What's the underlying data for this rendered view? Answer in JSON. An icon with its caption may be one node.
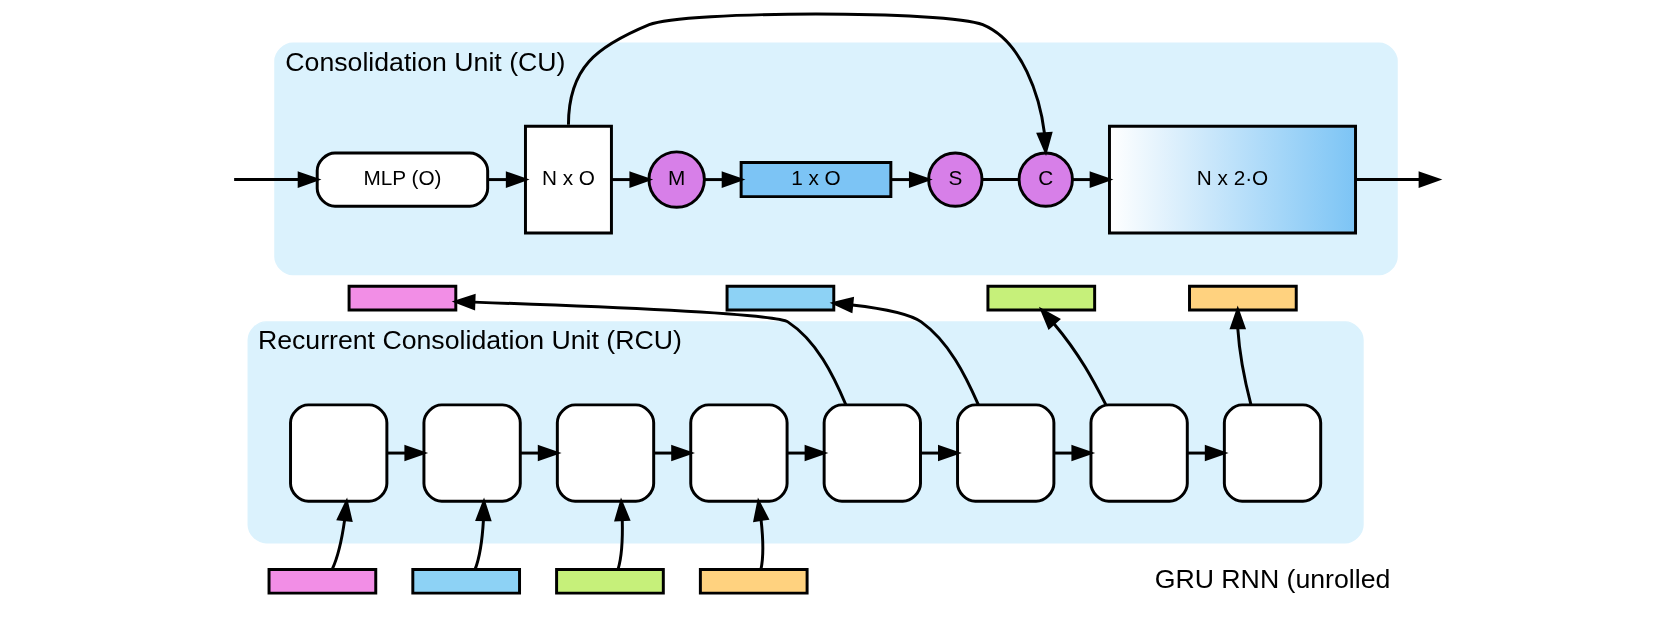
{
  "diagram": {
    "nodes": [
      {
        "text": [
          "Consolidation Unit (CU)"
        ]
      },
      {
        "text": [
          "MLP (O)"
        ],
        "in": 0
      },
      {
        "text": [
          "N x O"
        ],
        "in": 0
      },
      {
        "text": [
          "M"
        ],
        "in": 0
      },
      {
        "text": [
          "1 x O"
        ],
        "in": 0
      },
      {
        "text": [
          "S"
        ],
        "in": 0
      },
      {
        "text": [
          "C"
        ],
        "in": 0
      },
      {
        "text": [
          "N x 2·O"
        ],
        "in": 0
      },
      {
        "text": [
          "Recurrent Consolidation Unit (RCU)"
        ]
      },
      {
        "text": [],
        "shape": "box",
        "in": 8
      },
      {
        "text": [],
        "shape": "box",
        "in": 8
      },
      {
        "text": [],
        "shape": "box",
        "in": 8
      },
      {
        "text": [],
        "shape": "box",
        "in": 8
      },
      {
        "text": [],
        "shape": "box",
        "in": 8
      },
      {
        "text": [],
        "shape": "box",
        "in": 8
      },
      {
        "text": [],
        "shape": "box",
        "in": 8
      },
      {
        "text": [],
        "shape": "box",
        "in": 8
      },
      {
        "text": [],
        "shape": "bar"
      },
      {
        "text": [],
        "shape": "bar"
      },
      {
        "text": [],
        "shape": "bar"
      },
      {
        "text": [],
        "shape": "bar"
      },
      {
        "text": [],
        "shape": "bar"
      },
      {
        "text": [],
        "shape": "bar"
      },
      {
        "text": [],
        "shape": "bar"
      },
      {
        "text": [],
        "shape": "bar"
      }
    ],
    "edges": [
      {
        "from": null,
        "to": 1,
        "arrow": "to"
      },
      {
        "from": 1,
        "to": 2,
        "arrow": "to"
      },
      {
        "from": 2,
        "to": 3,
        "arrow": "to"
      },
      {
        "from": 3,
        "to": 4,
        "arrow": "to"
      },
      {
        "from": 4,
        "to": 5,
        "arrow": "to"
      },
      {
        "from": 5,
        "to": 6,
        "arrow": "none"
      },
      {
        "from": 6,
        "to": 7,
        "arrow": "to"
      },
      {
        "from": 2,
        "to": 6,
        "arrow": "to"
      },
      {
        "from": 7,
        "to": null,
        "arrow": "to"
      },
      {
        "from": 9,
        "to": 10,
        "arrow": "to"
      },
      {
        "from": 10,
        "to": 11,
        "arrow": "to"
      },
      {
        "from": 11,
        "to": 12,
        "arrow": "to"
      },
      {
        "from": 12,
        "to": 13,
        "arrow": "to"
      },
      {
        "from": 13,
        "to": 14,
        "arrow": "to"
      },
      {
        "from": 14,
        "to": 15,
        "arrow": "to"
      },
      {
        "from": 15,
        "to": 16,
        "arrow": "to"
      },
      {
        "from": 17,
        "to": 9,
        "arrow": "to"
      },
      {
        "from": 18,
        "to": 10,
        "arrow": "to"
      },
      {
        "from": 19,
        "to": 11,
        "arrow": "to"
      },
      {
        "from": 20,
        "to": 12,
        "arrow": "to"
      },
      {
        "from": 13,
        "to": 21,
        "arrow": "to"
      },
      {
        "from": 14,
        "to": 22,
        "arrow": "to"
      },
      {
        "from": 15,
        "to": 23,
        "arrow": "to"
      },
      {
        "from": 16,
        "to": 24,
        "arrow": "to"
      }
    ],
    "labels": [
      "GRU RNN (unrolled"
    ]
  }
}
